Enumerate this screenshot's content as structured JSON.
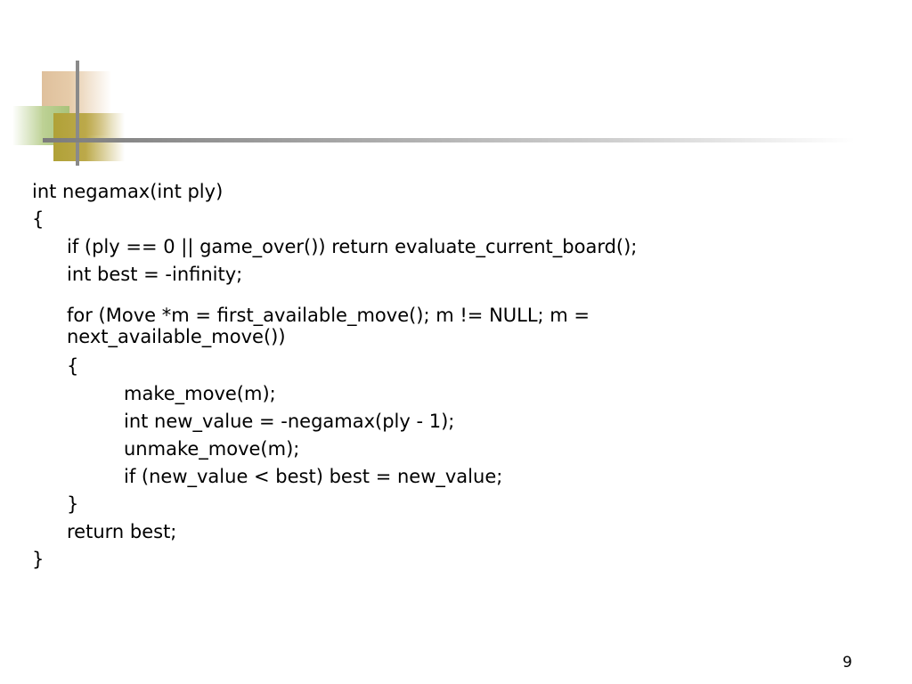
{
  "code_lines": [
    "int negamax(int ply)",
    "{",
    "if (ply == 0 || game_over()) return evaluate_current_board();",
    "int best = -infinity;",
    "for (Move *m = first_available_move(); m != NULL; m =",
    "next_available_move())",
    "{",
    "make_move(m);",
    "int new_value = -negamax(ply - 1);",
    "unmake_move(m);",
    "if (new_value < best) best = new_value;",
    "}",
    "return best;",
    "}"
  ],
  "page_number": "9"
}
